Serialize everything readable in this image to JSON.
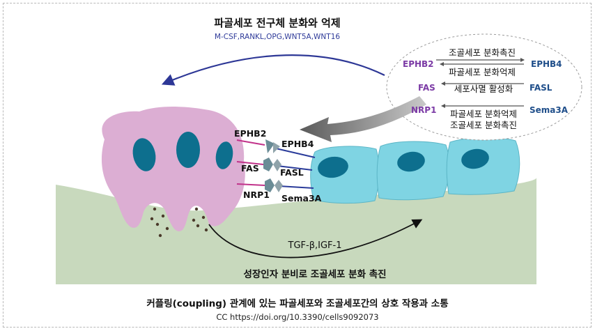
{
  "top": {
    "title": "파골세포 전구체 분화와 억제",
    "factors": "M-CSF,RANKL,OPG,WNT5A,WNT16"
  },
  "bubble": {
    "rows": [
      {
        "left": "EPHB2",
        "right": "EPHB4",
        "top_text": "조골세포 분화촉진",
        "bottom_text": "파골세포 분화억제"
      },
      {
        "left": "FAS",
        "right": "FASL",
        "top_text": "세포사멸 활성화"
      },
      {
        "left": "NRP1",
        "right": "Sema3A",
        "top_text": "파골세포 분화억제",
        "bottom_text": "조골세포 분화촉진"
      }
    ]
  },
  "interface": {
    "osteoclast_receptors": [
      "EPHB2",
      "FAS",
      "NRP1"
    ],
    "osteoblast_ligands": [
      "EPHB4",
      "FASL",
      "Sema3A"
    ]
  },
  "bone": {
    "factors": "TGF-β,IGF-1",
    "effect": "성장인자 분비로 조골세포 분화 촉진"
  },
  "caption": {
    "title": "커플링(coupling) 관계에 있는 파골세포와 조골세포간의 상호 작용과 소통",
    "credit": "CC https://doi.org/10.3390/cells9092073"
  },
  "colors": {
    "osteoclast": "#dcaed3",
    "osteoclast_nucleus": "#0d6f8e",
    "osteoblast": "#7fd4e3",
    "bone": "#c8d9bd",
    "receptor_text": "#7b3aa5",
    "ligand_text": "#1f4e8a",
    "receptor_line": "#c1328a",
    "ligand_line": "#2a3b9a",
    "top_arrow": "#2d3796"
  }
}
